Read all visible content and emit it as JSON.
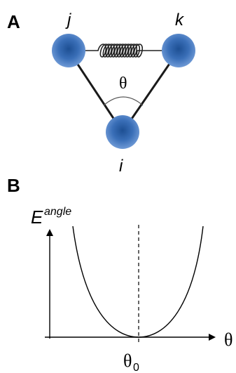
{
  "panel_a": {
    "label": "A",
    "atoms": {
      "j": "j",
      "k": "k",
      "i": "i"
    },
    "angle_symbol": "θ",
    "atom_color": "#3a6fb8"
  },
  "panel_b": {
    "label": "B",
    "y_axis_base": "E",
    "y_axis_superscript": "angle",
    "x_axis_symbol": "θ",
    "minimum_base": "θ",
    "minimum_subscript": "0"
  }
}
